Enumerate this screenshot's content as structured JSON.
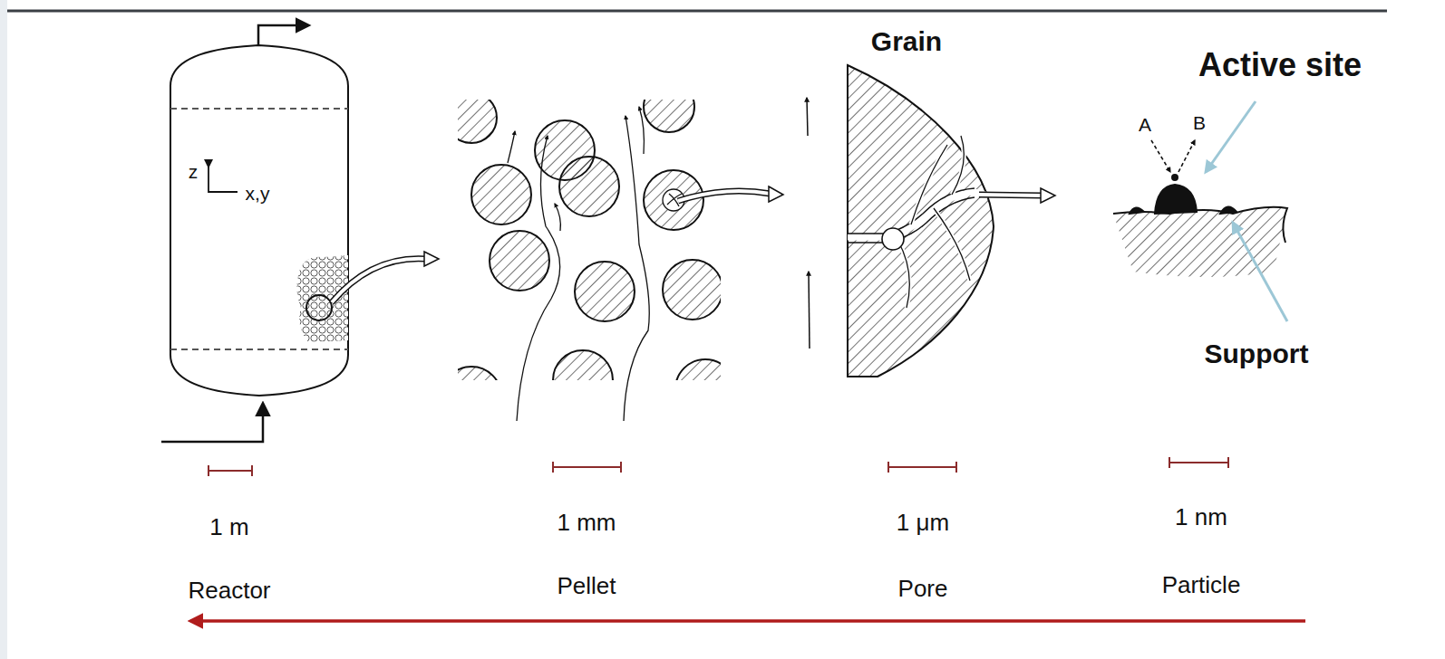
{
  "diagram": {
    "labels": [
      "Grain",
      "Active site",
      "A",
      "B",
      "Support",
      "z",
      "x,y",
      "1 m",
      "1 mm",
      "1 μm",
      "1 nm",
      "Reactor",
      "Pellet",
      "Pore",
      "Particle"
    ]
  }
}
